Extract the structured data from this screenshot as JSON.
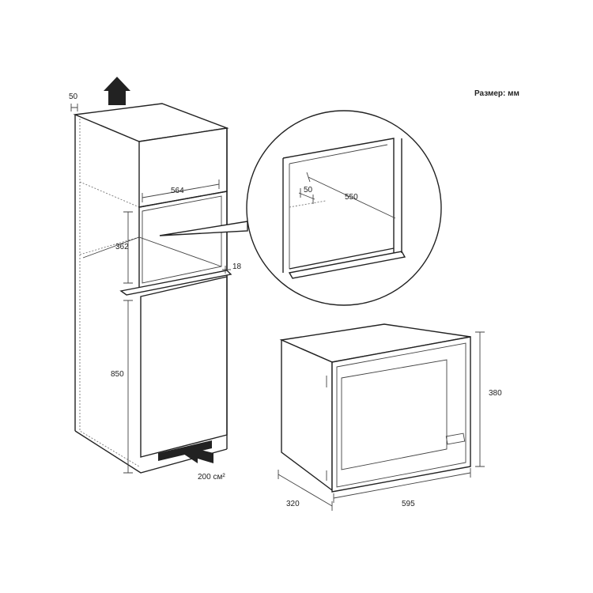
{
  "units_label": "Размер: мм",
  "cabinet": {
    "side_gap": "50",
    "niche_width": "564",
    "niche_height": "362",
    "shelf_thickness": "18",
    "base_height": "850",
    "vent_area": "200 см²"
  },
  "detail": {
    "rear_gap": "50",
    "inner_depth": "550"
  },
  "oven": {
    "height": "380",
    "depth": "320",
    "width": "595"
  },
  "colors": {
    "line": "#222222",
    "background": "#ffffff"
  }
}
